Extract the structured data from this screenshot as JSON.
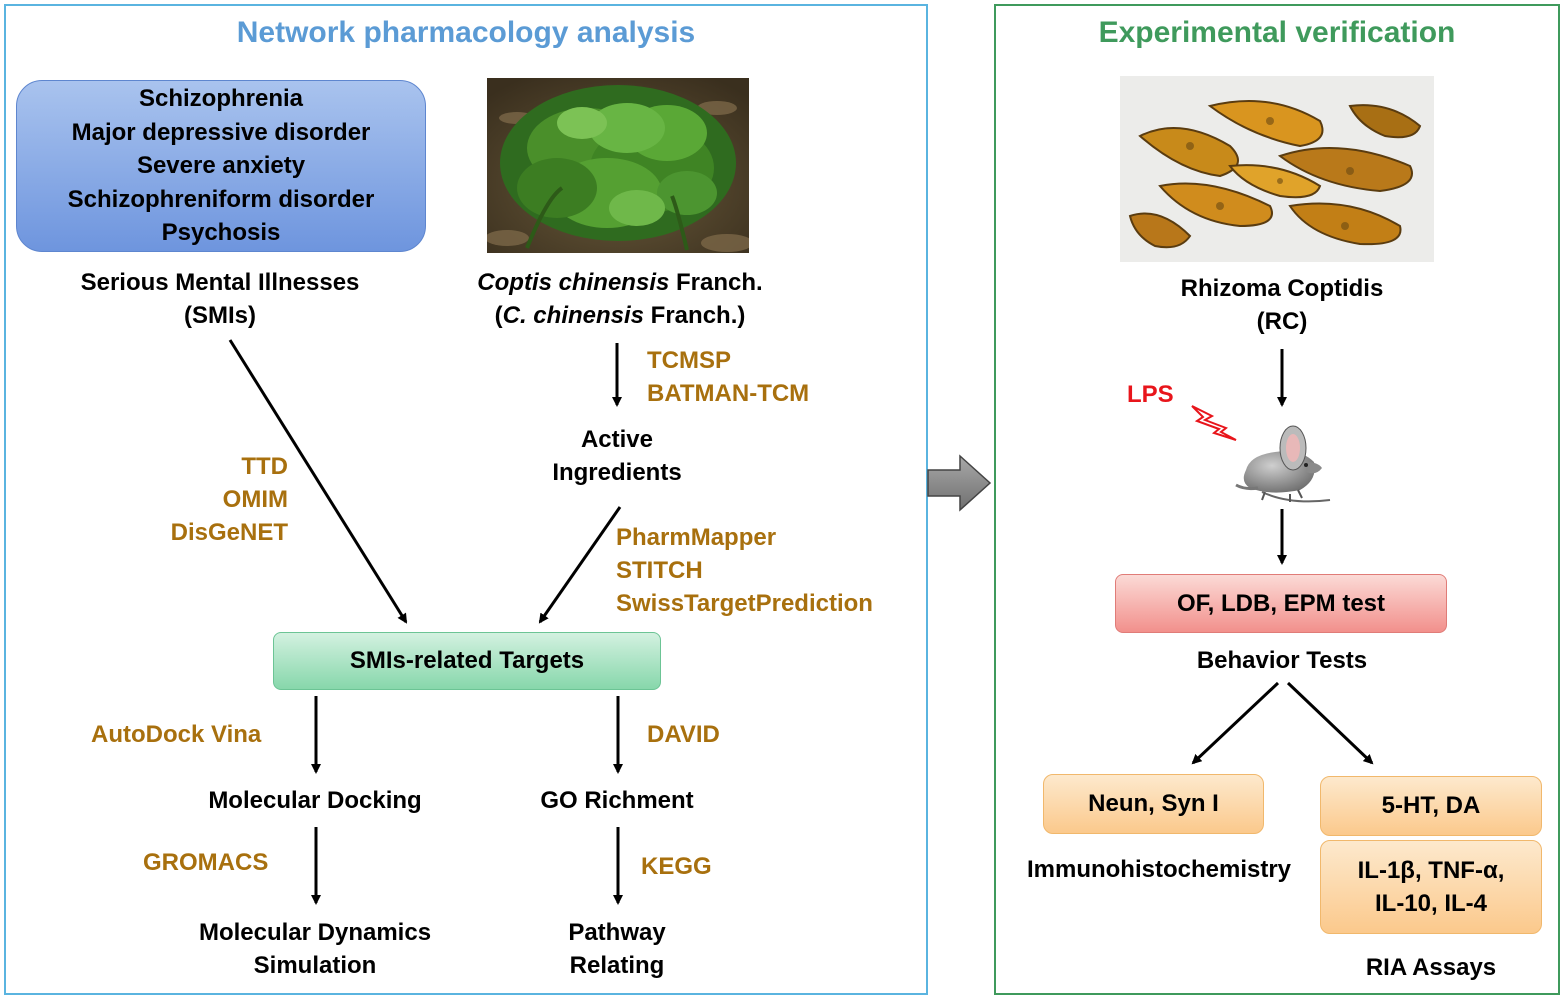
{
  "left_panel": {
    "title": "Network pharmacology analysis",
    "diseases": [
      "Schizophrenia",
      "Major depressive disorder",
      "Severe anxiety",
      "Schizophreniform disorder",
      "Psychosis"
    ],
    "smi_label": [
      "Serious Mental Illnesses",
      "(SMIs)"
    ],
    "plant_label": {
      "line1_italic": "Coptis chinensis",
      "line1_rest": " Franch.",
      "line2_open": "(",
      "line2_italic": "C. chinensis",
      "line2_rest": " Franch.)"
    },
    "db_plant": [
      "TCMSP",
      "BATMAN-TCM"
    ],
    "active_ingredients": [
      "Active",
      "Ingredients"
    ],
    "db_disease": [
      "TTD",
      "OMIM",
      "DisGeNET"
    ],
    "db_targets": [
      "PharmMapper",
      "STITCH",
      "SwissTargetPrediction"
    ],
    "targets_box": "SMIs-related Targets",
    "docking_tool": "AutoDock Vina",
    "molecular_docking": "Molecular Docking",
    "dynamics_tool": "GROMACS",
    "molecular_dynamics": [
      "Molecular Dynamics",
      "Simulation"
    ],
    "go_tool": "DAVID",
    "go_richment": "GO Richment",
    "pathway_tool": "KEGG",
    "pathway": [
      "Pathway",
      "Relating"
    ]
  },
  "right_panel": {
    "title": "Experimental verification",
    "rc_label": [
      "Rhizoma Coptidis",
      "(RC)"
    ],
    "lps": "LPS",
    "behavior_box": "OF, LDB, EPM test",
    "behavior_label": "Behavior Tests",
    "ihc_box": "Neun,  Syn I",
    "ihc_label": "Immunohistochemistry",
    "ria_box1": "5-HT, DA",
    "ria_box2": [
      "IL-1β, TNF-α,",
      "IL-10, IL-4"
    ],
    "ria_label": "RIA Assays"
  },
  "colors": {
    "left_title": "#5b9bd5",
    "right_title": "#3f9a5c",
    "database_text": "#a8700e",
    "lps_text": "#e8151b",
    "left_border": "#5ab4e0",
    "right_border": "#3f9a5c"
  }
}
